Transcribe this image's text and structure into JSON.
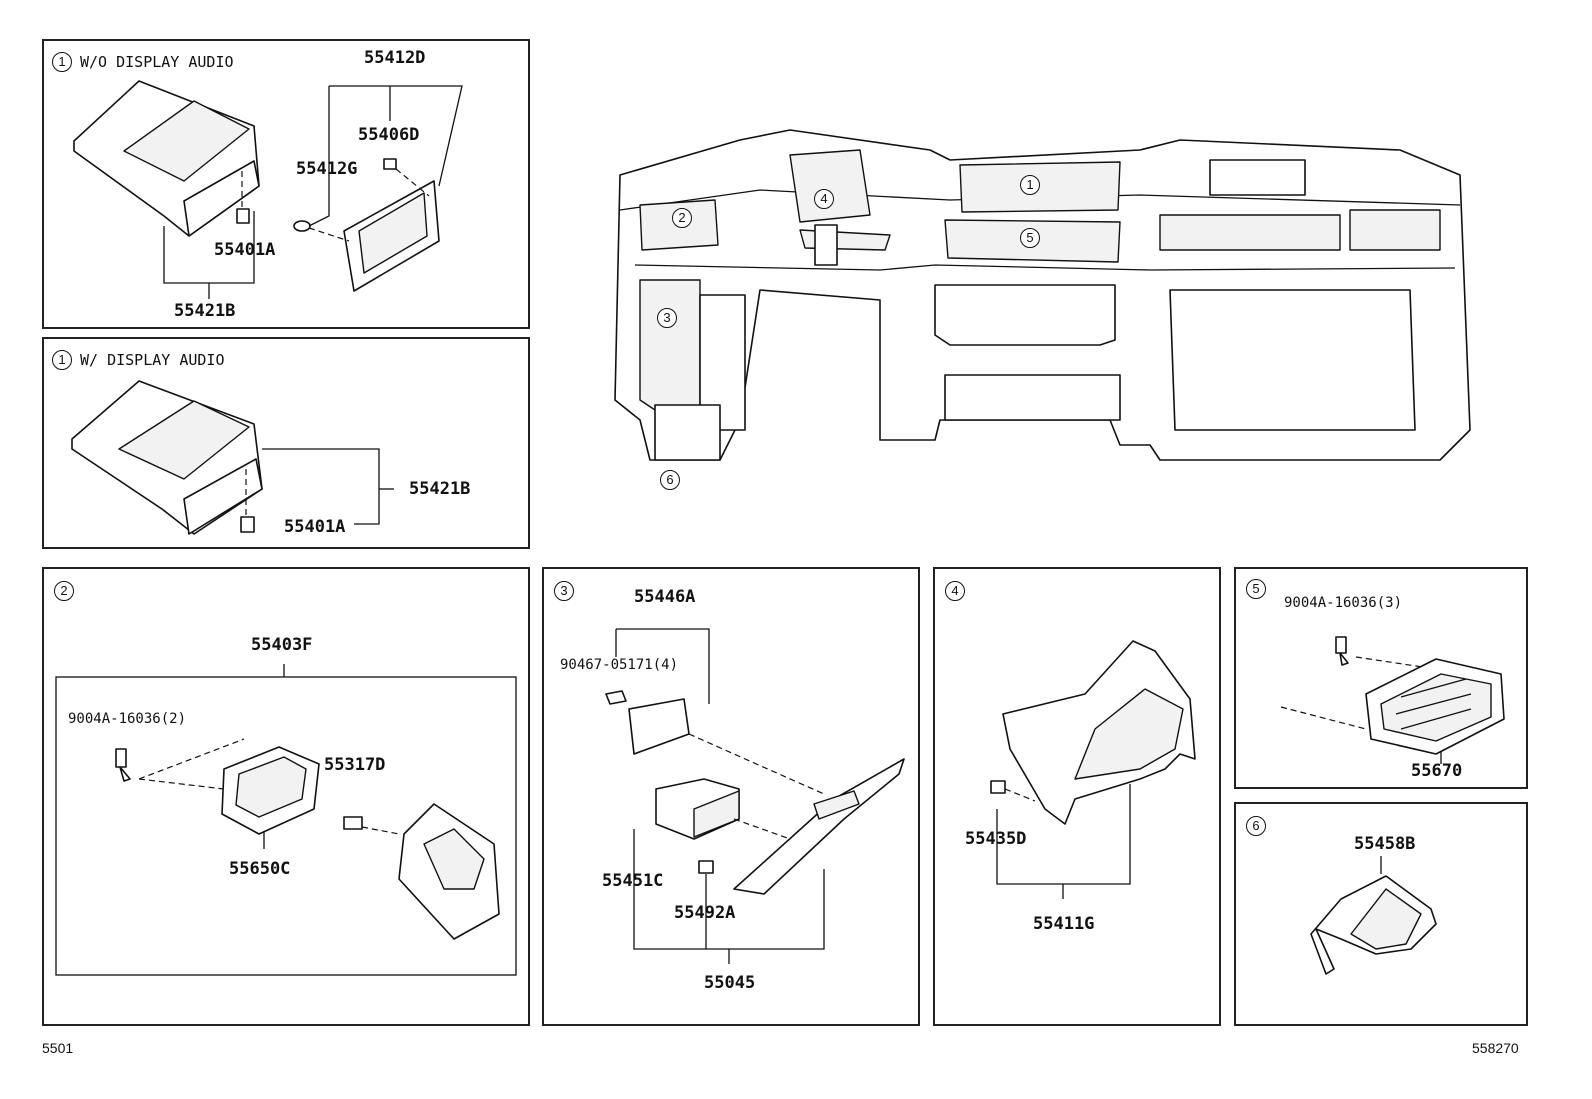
{
  "main_view": {
    "callouts": [
      "1",
      "2",
      "3",
      "4",
      "5",
      "6"
    ]
  },
  "panels": {
    "p1a": {
      "badge": "1",
      "title": "W/O DISPLAY AUDIO",
      "labels": {
        "a": "55412D",
        "b": "55406D",
        "c": "55412G",
        "d": "55401A",
        "e": "55421B"
      }
    },
    "p1b": {
      "badge": "1",
      "title": "W/ DISPLAY AUDIO",
      "labels": {
        "a": "55421B",
        "b": "55401A"
      }
    },
    "p2": {
      "badge": "2",
      "labels": {
        "a": "55403F",
        "b": "9004A-16036(2)",
        "c": "55317D",
        "d": "55650C"
      }
    },
    "p3": {
      "badge": "3",
      "labels": {
        "a": "55446A",
        "b": "90467-05171(4)",
        "c": "55451C",
        "d": "55492A",
        "e": "55045"
      }
    },
    "p4": {
      "badge": "4",
      "labels": {
        "a": "55435D",
        "b": "55411G"
      }
    },
    "p5": {
      "badge": "5",
      "labels": {
        "a": "9004A-16036(3)",
        "b": "55670"
      }
    },
    "p6": {
      "badge": "6",
      "labels": {
        "a": "55458B"
      }
    }
  },
  "footer": {
    "left": "5501",
    "right": "558270"
  }
}
